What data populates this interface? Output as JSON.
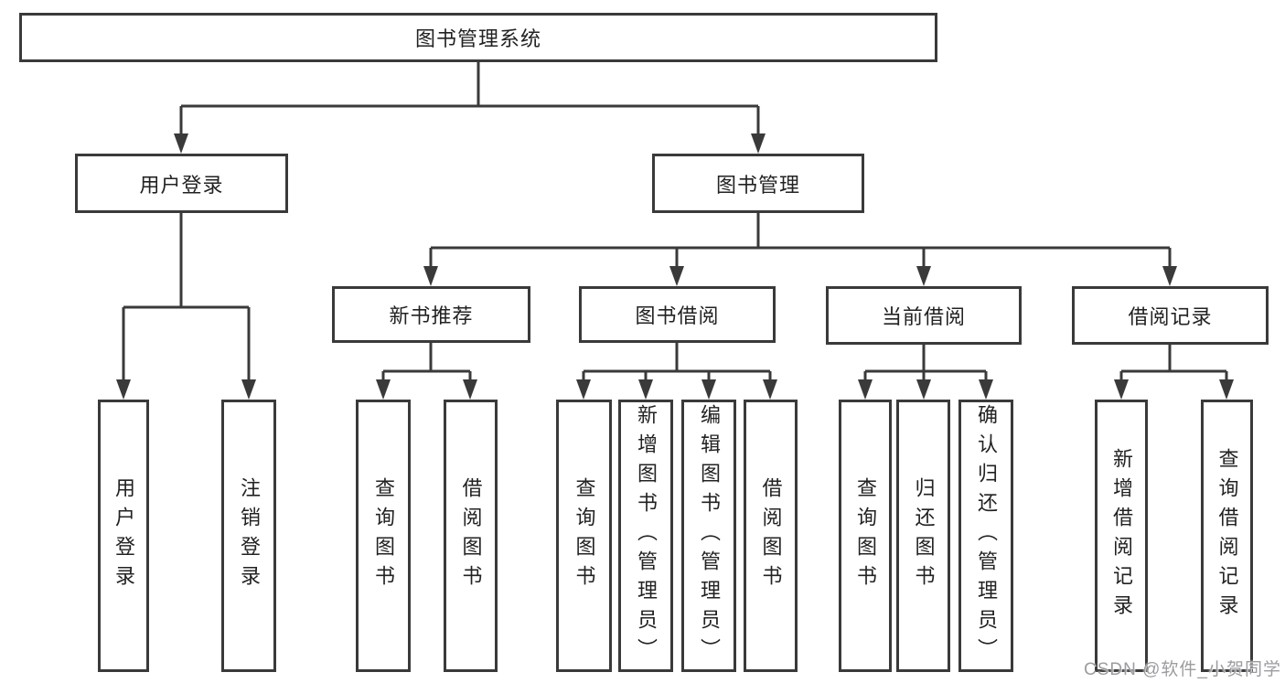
{
  "root": {
    "label": "图书管理系统"
  },
  "branches": {
    "user_login": {
      "label": "用户登录",
      "children": {
        "login": "用户登录",
        "logout": "注销登录"
      }
    },
    "book_mgmt": {
      "label": "图书管理"
    }
  },
  "modules": {
    "new_book": {
      "label": "新书推荐",
      "children": {
        "query": "查询图书",
        "borrow": "借阅图书"
      }
    },
    "borrow": {
      "label": "图书借阅",
      "children": {
        "query": "查询图书",
        "add": "新增图书（管理员）",
        "edit": "编辑图书（管理员）",
        "borrow": "借阅图书"
      }
    },
    "current": {
      "label": "当前借阅",
      "children": {
        "query": "查询图书",
        "return": "归还图书",
        "confirm": "确认归还（管理员）"
      }
    },
    "records": {
      "label": "借阅记录",
      "children": {
        "add": "新增借阅记录",
        "query": "查询借阅记录"
      }
    }
  },
  "watermark": {
    "text": "CSDN @软件_小贺同学"
  },
  "colors": {
    "line": "#3a3a3a",
    "text": "#222222",
    "background": "#ffffff",
    "watermark": "#9c9ca1"
  }
}
